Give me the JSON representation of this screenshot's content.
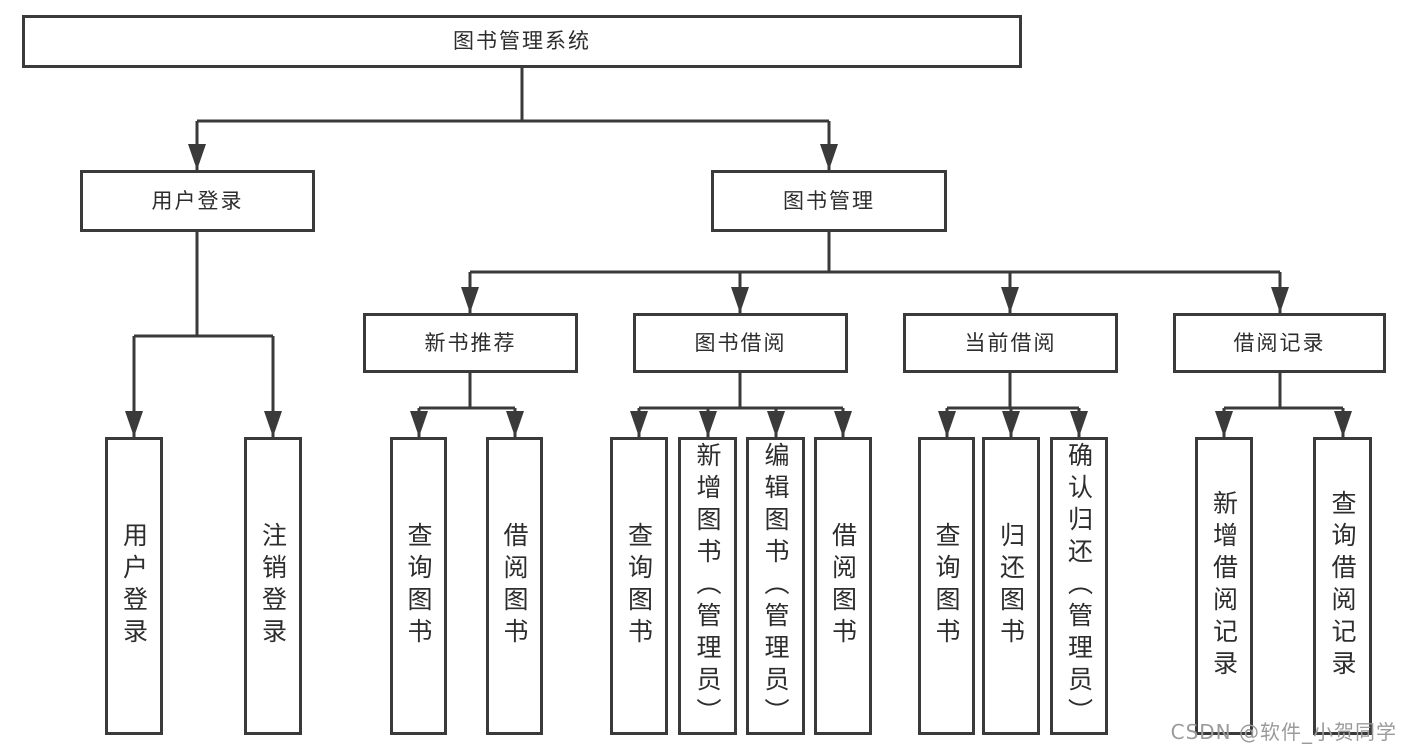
{
  "diagram": {
    "title": "图书管理系统",
    "root": {
      "label": "图书管理系统"
    },
    "branches": [
      {
        "label": "用户登录",
        "leaves": [
          {
            "label": "用户登录"
          },
          {
            "label": "注销登录"
          }
        ]
      },
      {
        "label": "图书管理",
        "groups": [
          {
            "label": "新书推荐",
            "leaves": [
              {
                "label": "查询图书"
              },
              {
                "label": "借阅图书"
              }
            ]
          },
          {
            "label": "图书借阅",
            "leaves": [
              {
                "label": "查询图书"
              },
              {
                "label": "新增图书（管理员）"
              },
              {
                "label": "编辑图书（管理员）"
              },
              {
                "label": "借阅图书"
              }
            ]
          },
          {
            "label": "当前借阅",
            "leaves": [
              {
                "label": "查询图书"
              },
              {
                "label": "归还图书"
              },
              {
                "label": "确认归还（管理员）"
              }
            ]
          },
          {
            "label": "借阅记录",
            "leaves": [
              {
                "label": "新增借阅记录"
              },
              {
                "label": "查询借阅记录"
              }
            ]
          }
        ]
      }
    ]
  },
  "colors": {
    "line": "#3a3a3a",
    "box_border": "#3a3a3a",
    "text": "#2d2d2d",
    "watermark": "#9b9b9b",
    "background": "#ffffff"
  },
  "watermark": {
    "text": "CSDN @软件_小贺同学"
  }
}
